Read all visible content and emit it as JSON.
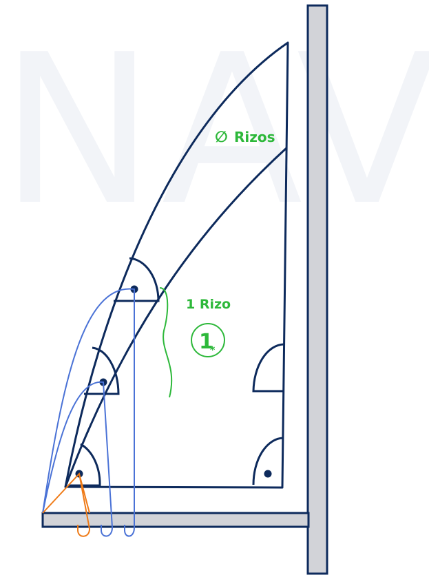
{
  "watermark": "NAVEO",
  "labels": {
    "no_reef_symbol": "∅",
    "no_reef": "Rizos",
    "one_reef": "1 Rizo",
    "reef_number": "1",
    "reef_number_mark": "*"
  },
  "colors": {
    "navy": "#0d2a5c",
    "blue": "#4a72d6",
    "green": "#2db83a",
    "orange": "#ef7a16",
    "mast_fill": "#d2d3d8",
    "watermark": "#f2f4f8"
  },
  "icons": [
    "reef-point-dot",
    "bulkhead-wall",
    "boom-bar",
    "reef-line",
    "reef-hook"
  ]
}
